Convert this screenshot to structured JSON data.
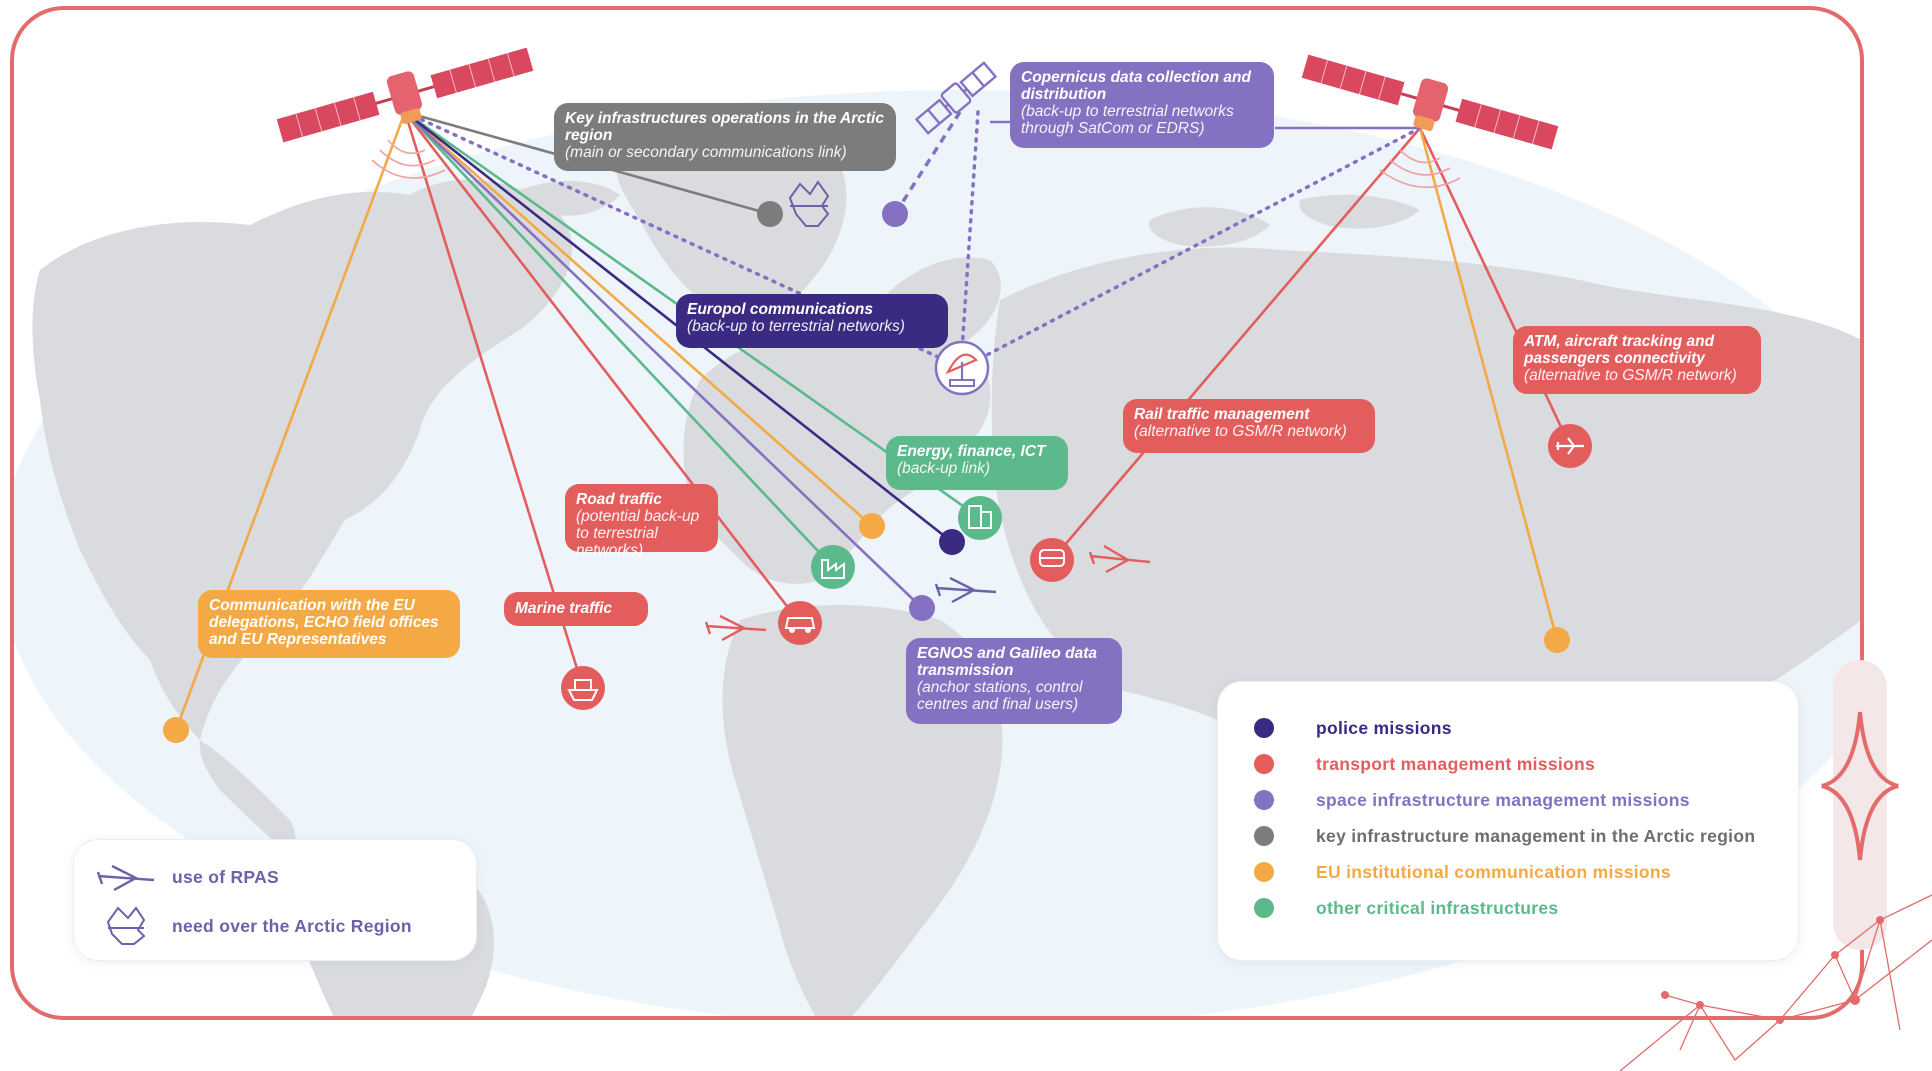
{
  "colors": {
    "police": "#3b2a82",
    "transport": "#e45d5d",
    "space": "#8571c2",
    "key": "#7c7c7c",
    "eu": "#f4a945",
    "critical": "#5cb98c",
    "frame": "#e36b6b",
    "land": "#d9dbdf",
    "sea": "#eef5fa"
  },
  "callouts": {
    "key_infra": {
      "title": "Key infrastructures operations in the Arctic region",
      "subtitle": "(main or secondary communications link)"
    },
    "copernicus": {
      "title": "Copernicus data collection and distribution",
      "subtitle": "(back-up to terrestrial networks through SatCom or EDRS)"
    },
    "europol": {
      "title": "Europol communications",
      "subtitle": "(back-up to terrestrial networks)"
    },
    "atm": {
      "title": "ATM, aircraft tracking and passengers connectivity",
      "subtitle": "(alternative to GSM/R network)"
    },
    "rail": {
      "title": "Rail traffic management",
      "subtitle": "(alternative to GSM/R network)"
    },
    "energy": {
      "title": "Energy, finance, ICT",
      "subtitle": "(back-up link)"
    },
    "road": {
      "title": "Road traffic",
      "subtitle": "(potential back-up to terrestrial networks)"
    },
    "marine": {
      "title": "Marine traffic",
      "subtitle": ""
    },
    "eu_comm": {
      "title": "Communication with the EU delegations, ECHO field offices and EU Representatives",
      "subtitle": ""
    },
    "egnos": {
      "title": "EGNOS and Galileo data transmission",
      "subtitle": "(anchor stations, control centres and final users)"
    }
  },
  "legend": {
    "items": [
      {
        "label": "police missions",
        "color": "#3b2a82"
      },
      {
        "label": "transport management missions",
        "color": "#e45d5d"
      },
      {
        "label": "space infrastructure management missions",
        "color": "#8571c2"
      },
      {
        "label": "key infrastructure management in the Arctic region",
        "color": "#6e6e6e"
      },
      {
        "label": "EU institutional communication missions",
        "color": "#f4a945"
      },
      {
        "label": "other critical infrastructures",
        "color": "#5cb98c"
      }
    ]
  },
  "icon_legend": {
    "rpas": "use of RPAS",
    "arctic": "need over the Arctic Region"
  }
}
